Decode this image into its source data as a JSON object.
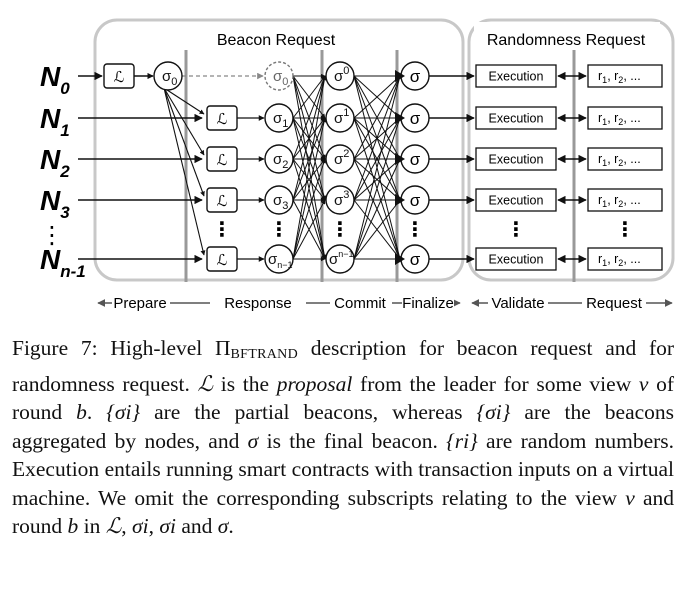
{
  "diagram": {
    "section_beacon": "Beacon Request",
    "section_randomness": "Randomness Request",
    "nodes": [
      "N0",
      "N1",
      "N2",
      "N3",
      "⋮",
      "Nn-1"
    ],
    "leader_symbol": "ℒ",
    "phases": [
      "Prepare",
      "Response",
      "Commit",
      "Finalize",
      "Validate",
      "Request"
    ],
    "execution_label": "Execution",
    "random_label": "r1, r2, ...",
    "final_beacon": "σ",
    "ellipsis": "⋮"
  },
  "caption": {
    "figure_label": "Figure 7:",
    "pi_symbol": "Π",
    "pi_subscript": "BFTRAND",
    "segments": [
      "High-level",
      "description for beacon request and for randomness request.",
      "is the",
      "proposal",
      "from the leader for some view",
      "of round",
      "are the partial beacons, whereas",
      "are the beacons aggregated by nodes, and",
      "is the final beacon.",
      "are random numbers. Execution entails running smart contracts with transaction inputs on a virtual machine. We omit the corresponding subscripts relating to the view",
      "and round",
      "in",
      "and"
    ],
    "symbols": {
      "leader": "ℒ",
      "view": "v",
      "round": "b",
      "partial_set": "{σi}",
      "aggregated_set": "{σi}",
      "final": "σ",
      "randoms_set": "{ri}",
      "sigma_i": "σi",
      "sigma_sup": "σi"
    }
  }
}
